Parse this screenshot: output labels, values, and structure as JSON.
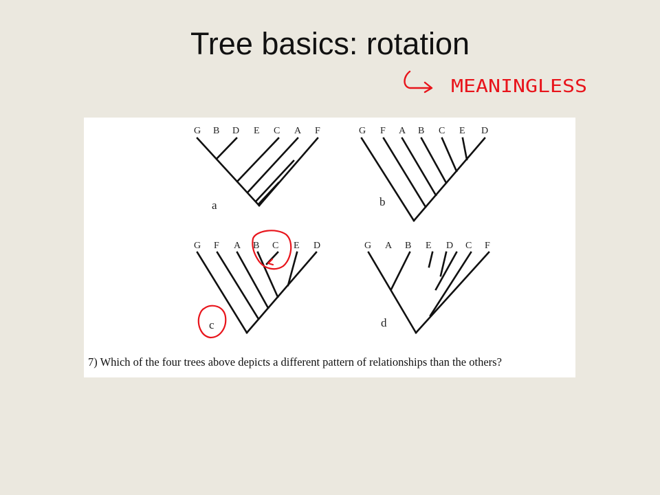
{
  "slide": {
    "title": "Tree basics: rotation",
    "annotation_text": "MEANINGLESS"
  },
  "colors": {
    "background": "#ebe8df",
    "panel": "#ffffff",
    "ink": "#111111",
    "annotation": "#e8141b"
  },
  "trees": [
    {
      "letter": "a",
      "tips": [
        "G",
        "B",
        "D",
        "E",
        "C",
        "A",
        "F"
      ]
    },
    {
      "letter": "b",
      "tips": [
        "G",
        "F",
        "A",
        "B",
        "C",
        "E",
        "D"
      ]
    },
    {
      "letter": "c",
      "tips": [
        "G",
        "F",
        "A",
        "B",
        "C",
        "E",
        "D"
      ]
    },
    {
      "letter": "d",
      "tips": [
        "G",
        "A",
        "B",
        "E",
        "D",
        "C",
        "F"
      ]
    }
  ],
  "question": "7) Which of the four trees above depicts a different pattern of relationships than the others?"
}
